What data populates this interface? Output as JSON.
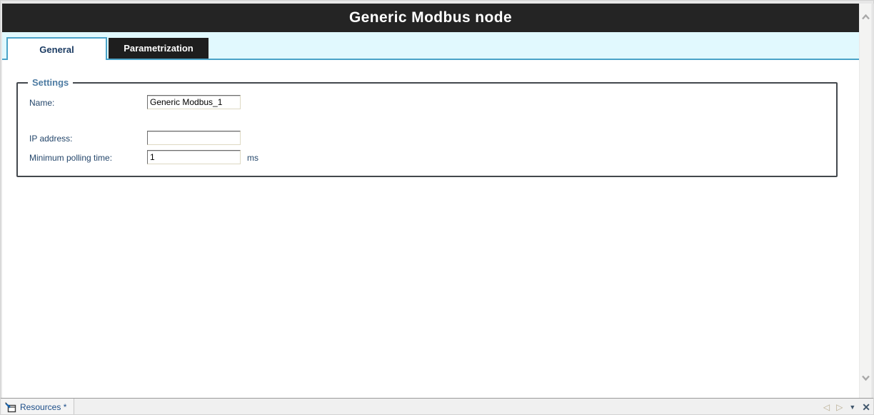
{
  "window": {
    "title": "Generic Modbus node"
  },
  "tabs": [
    {
      "label": "General",
      "active": true
    },
    {
      "label": "Parametrization",
      "active": false
    }
  ],
  "settings": {
    "legend": "Settings",
    "fields": [
      {
        "label": "Name:",
        "value": "Generic Modbus_1",
        "suffix": ""
      },
      {
        "label": "IP address:",
        "value": "",
        "suffix": ""
      },
      {
        "label": "Minimum polling time:",
        "value": "1",
        "suffix": "ms"
      }
    ]
  },
  "statusbar": {
    "resources_tab": "Resources *",
    "icons": [
      {
        "name": "nav-back-icon",
        "glyph": "◁"
      },
      {
        "name": "nav-forward-icon",
        "glyph": "▷"
      },
      {
        "name": "dropdown-icon",
        "glyph": "▼"
      },
      {
        "name": "close-icon",
        "glyph": "✕"
      }
    ]
  },
  "colors": {
    "titlebar_bg": "#242424",
    "tabstrip_bg": "#e1f9fe",
    "tab_border": "#4aa3c8",
    "active_tab_text": "#1c3c63",
    "inactive_tab_bg": "#1e1e1e",
    "legend_text": "#4e7ca3",
    "label_text": "#24466b",
    "resources_text": "#1d4e89"
  }
}
